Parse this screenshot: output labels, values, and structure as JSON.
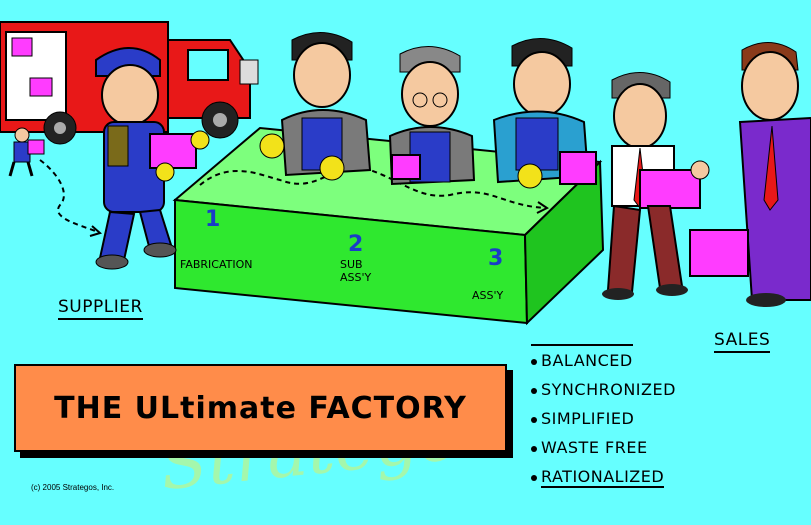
{
  "labels": {
    "supplier": "SUPPLIER",
    "sales": "SALES"
  },
  "title": "THE ULtimate FACTORY",
  "stages": [
    {
      "number": "1",
      "label": "FABRICATION"
    },
    {
      "number": "2",
      "label": "SUB\nASS'Y"
    },
    {
      "number": "3",
      "label": "ASS'Y"
    }
  ],
  "attributes": [
    "BALANCED",
    "SYNCHRONIZED",
    "SIMPLIFIED",
    "WASTE FREE",
    "RATIONALIZED"
  ],
  "copyright": "(c) 2005 Strategos, Inc.",
  "watermark": "Strategos",
  "colors": {
    "background": "#66ffff",
    "table_top": "#7dff7d",
    "table_front": "#2fe82f",
    "title_box": "#ff8c4a",
    "box_magenta": "#ff3cff",
    "truck_red": "#e81818",
    "stage_number_blue": "#1a3cc8"
  }
}
